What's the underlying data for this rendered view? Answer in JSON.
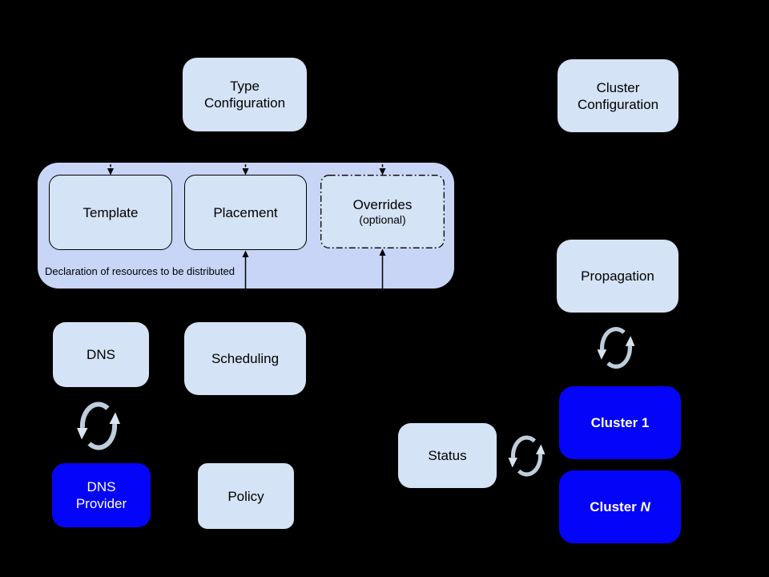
{
  "colors": {
    "background": "#000000",
    "node_fill": "#d4e3f5",
    "group_fill": "#c8d5f7",
    "blue_fill": "#0404f8",
    "text_dark": "#000000",
    "text_light": "#ffffff",
    "connector": "#000000",
    "sync_arrow": "#becddb",
    "sync_arrow_head": "#d9e4ee"
  },
  "nodes": {
    "type_configuration": {
      "lines": [
        "Type",
        "Configuration"
      ]
    },
    "cluster_configuration": {
      "lines": [
        "Cluster",
        "Configuration"
      ]
    },
    "template": {
      "label": "Template"
    },
    "placement": {
      "label": "Placement"
    },
    "overrides": {
      "label": "Overrides",
      "sublabel": "(optional)"
    },
    "declaration_caption": "Declaration of resources to be distributed",
    "dns": {
      "label": "DNS"
    },
    "scheduling": {
      "label": "Scheduling"
    },
    "dns_provider": {
      "lines": [
        "DNS",
        "Provider"
      ]
    },
    "policy": {
      "label": "Policy"
    },
    "propagation": {
      "label": "Propagation"
    },
    "status": {
      "label": "Status"
    },
    "cluster_1": {
      "label": "Cluster 1"
    },
    "cluster_n": {
      "prefix": "Cluster ",
      "italic": "N"
    }
  }
}
